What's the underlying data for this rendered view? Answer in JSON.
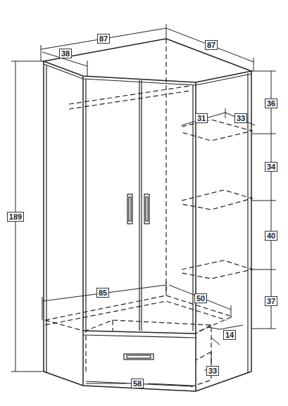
{
  "diagram": {
    "labels": [
      "87",
      "87",
      "38",
      "189",
      "36",
      "31",
      "33",
      "34",
      "40",
      "37",
      "85",
      "50",
      "14",
      "33",
      "58"
    ]
  }
}
